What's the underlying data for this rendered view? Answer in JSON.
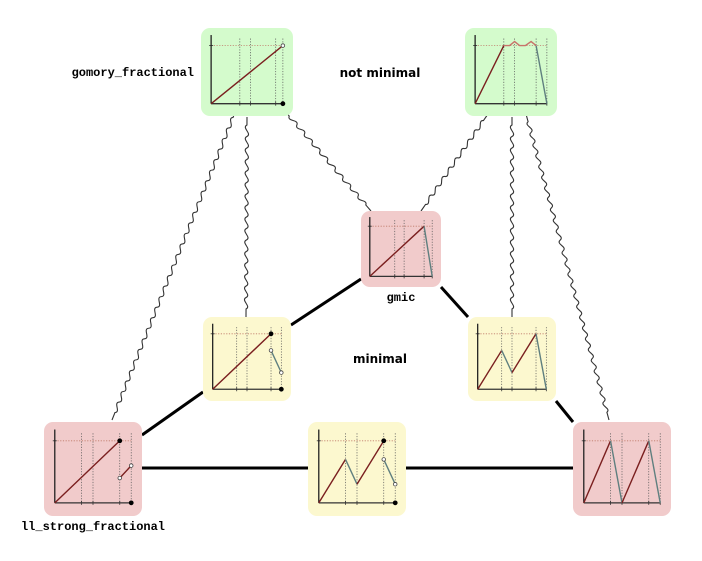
{
  "colors": {
    "green": "#d4fbcc",
    "red": "#f1cbcb",
    "yellow": "#fcf8cf",
    "increasing": "#7a1f1f",
    "decreasing": "#5f7f7f",
    "edge": "#000000",
    "wavy": "#333333"
  },
  "labels": {
    "gomory": "gomory_fractional",
    "gmic": "gmic",
    "ll": "ll_strong_fractional",
    "not_minimal": "not minimal",
    "minimal": "minimal"
  },
  "nodes": [
    {
      "id": "gomory_fractional",
      "color": "green",
      "label": "gomory_fractional",
      "xticks": [
        0,
        0.4,
        0.55,
        0.9,
        1.0
      ],
      "pieces": [
        {
          "x": [
            0,
            1
          ],
          "y": [
            0,
            1
          ],
          "kind": "inc",
          "end": "open"
        }
      ],
      "points": [
        {
          "x": 1,
          "y": 0,
          "filled": true
        }
      ]
    },
    {
      "id": "not_minimal_top",
      "color": "green",
      "label": "",
      "xticks": [
        0,
        0.4,
        0.55,
        0.85,
        1.0
      ],
      "pieces": [
        {
          "x": [
            0,
            0.4
          ],
          "y": [
            0,
            1
          ],
          "kind": "inc"
        },
        {
          "x": [
            0.4,
            0.55,
            0.7,
            0.85
          ],
          "y": [
            1,
            1.07,
            1,
            1.07,
            1
          ],
          "xs": [
            0.4,
            0.48,
            0.55,
            0.62,
            0.7,
            0.78,
            0.85
          ],
          "ys": [
            1,
            1,
            1.07,
            1,
            1,
            1.07,
            1
          ],
          "kind": "top"
        },
        {
          "x": [
            0.85,
            1.0
          ],
          "y": [
            1,
            0
          ],
          "kind": "dec"
        }
      ],
      "points": []
    },
    {
      "id": "gmic",
      "color": "red",
      "label": "gmic",
      "xticks": [
        0,
        0.4,
        0.55,
        0.87,
        1.0
      ],
      "pieces": [
        {
          "x": [
            0,
            0.87
          ],
          "y": [
            0,
            1
          ],
          "kind": "inc"
        },
        {
          "x": [
            0.87,
            1
          ],
          "y": [
            1,
            0
          ],
          "kind": "dec"
        }
      ],
      "points": []
    },
    {
      "id": "minimal_left",
      "color": "yellow",
      "label": "",
      "xticks": [
        0,
        0.35,
        0.5,
        0.85,
        1.0
      ],
      "pieces": [
        {
          "x": [
            0,
            0.85
          ],
          "y": [
            0,
            1
          ],
          "kind": "inc"
        },
        {
          "x": [
            0.85,
            1
          ],
          "y": [
            0.7,
            0.3
          ],
          "kind": "dec",
          "ends": "open"
        }
      ],
      "points": [
        {
          "x": 0.85,
          "y": 1,
          "filled": true
        },
        {
          "x": 1,
          "y": 0,
          "filled": true
        }
      ]
    },
    {
      "id": "minimal_right",
      "color": "yellow",
      "label": "",
      "xticks": [
        0,
        0.35,
        0.5,
        0.85,
        1.0
      ],
      "pieces": [
        {
          "x": [
            0,
            0.35
          ],
          "y": [
            0,
            0.7
          ],
          "kind": "inc"
        },
        {
          "x": [
            0.35,
            0.5
          ],
          "y": [
            0.7,
            0.3
          ],
          "kind": "dec"
        },
        {
          "x": [
            0.5,
            0.85
          ],
          "y": [
            0.3,
            1
          ],
          "kind": "inc"
        },
        {
          "x": [
            0.85,
            1
          ],
          "y": [
            1,
            0
          ],
          "kind": "dec"
        }
      ],
      "points": []
    },
    {
      "id": "ll_strong_fractional",
      "color": "red",
      "label": "ll_strong_fractional",
      "xticks": [
        0,
        0.35,
        0.5,
        0.85,
        1.0
      ],
      "pieces": [
        {
          "x": [
            0,
            0.85
          ],
          "y": [
            0,
            1
          ],
          "kind": "inc"
        },
        {
          "x": [
            0.85,
            1
          ],
          "y": [
            0.4,
            0.6
          ],
          "kind": "inc",
          "ends": "open"
        }
      ],
      "points": [
        {
          "x": 0.85,
          "y": 1,
          "filled": true
        },
        {
          "x": 1,
          "y": 0,
          "filled": true
        }
      ]
    },
    {
      "id": "bottom_middle",
      "color": "yellow",
      "label": "",
      "xticks": [
        0,
        0.35,
        0.5,
        0.85,
        1.0
      ],
      "pieces": [
        {
          "x": [
            0,
            0.35
          ],
          "y": [
            0,
            0.7
          ],
          "kind": "inc"
        },
        {
          "x": [
            0.35,
            0.5
          ],
          "y": [
            0.7,
            0.3
          ],
          "kind": "dec"
        },
        {
          "x": [
            0.5,
            0.85
          ],
          "y": [
            0.3,
            1
          ],
          "kind": "inc"
        },
        {
          "x": [
            0.85,
            1
          ],
          "y": [
            0.7,
            0.3
          ],
          "kind": "dec",
          "ends": "open"
        }
      ],
      "points": [
        {
          "x": 0.85,
          "y": 1,
          "filled": true
        },
        {
          "x": 1,
          "y": 0,
          "filled": true
        }
      ]
    },
    {
      "id": "bottom_right",
      "color": "red",
      "label": "",
      "xticks": [
        0,
        0.35,
        0.5,
        0.85,
        1.0
      ],
      "pieces": [
        {
          "x": [
            0,
            0.35
          ],
          "y": [
            0,
            1
          ],
          "kind": "inc"
        },
        {
          "x": [
            0.35,
            0.5
          ],
          "y": [
            1,
            0
          ],
          "kind": "dec"
        },
        {
          "x": [
            0.5,
            0.85
          ],
          "y": [
            0,
            1
          ],
          "kind": "inc"
        },
        {
          "x": [
            0.85,
            1
          ],
          "y": [
            1,
            0
          ],
          "kind": "dec"
        }
      ],
      "points": []
    }
  ],
  "edges": [
    {
      "from": "ll_strong_fractional",
      "to": "minimal_left",
      "style": "solid"
    },
    {
      "from": "minimal_left",
      "to": "gmic",
      "style": "solid"
    },
    {
      "from": "gmic",
      "to": "minimal_right",
      "style": "solid"
    },
    {
      "from": "minimal_right",
      "to": "bottom_right",
      "style": "solid"
    },
    {
      "from": "ll_strong_fractional",
      "to": "bottom_middle",
      "style": "solid"
    },
    {
      "from": "bottom_middle",
      "to": "bottom_right",
      "style": "solid"
    },
    {
      "from": "gomory_fractional",
      "to": "ll_strong_fractional",
      "style": "wavy"
    },
    {
      "from": "gomory_fractional",
      "to": "minimal_left",
      "style": "wavy"
    },
    {
      "from": "gomory_fractional",
      "to": "gmic",
      "style": "wavy"
    },
    {
      "from": "not_minimal_top",
      "to": "gmic",
      "style": "wavy"
    },
    {
      "from": "not_minimal_top",
      "to": "minimal_right",
      "style": "wavy"
    },
    {
      "from": "not_minimal_top",
      "to": "bottom_right",
      "style": "wavy"
    }
  ]
}
